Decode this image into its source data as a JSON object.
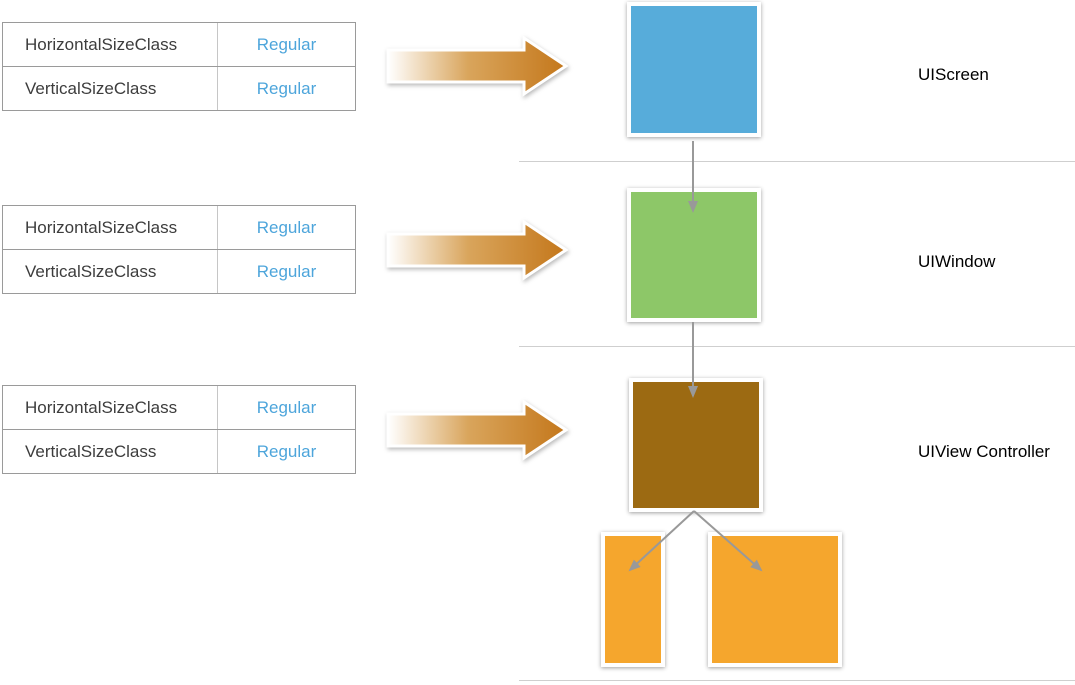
{
  "diagram": {
    "tables": [
      {
        "rows": [
          {
            "label": "HorizontalSizeClass",
            "value": "Regular"
          },
          {
            "label": "VerticalSizeClass",
            "value": "Regular"
          }
        ]
      },
      {
        "rows": [
          {
            "label": "HorizontalSizeClass",
            "value": "Regular"
          },
          {
            "label": "VerticalSizeClass",
            "value": "Regular"
          }
        ]
      },
      {
        "rows": [
          {
            "label": "HorizontalSizeClass",
            "value": "Regular"
          },
          {
            "label": "VerticalSizeClass",
            "value": "Regular"
          }
        ]
      }
    ],
    "nodes": [
      {
        "label": "UIScreen",
        "color": "#57ACDA"
      },
      {
        "label": "UIWindow",
        "color": "#8DC768"
      },
      {
        "label": "UIView Controller",
        "color": "#9C6A12"
      }
    ],
    "child_views": [
      {
        "color": "#F5A62D"
      },
      {
        "color": "#F5A62D"
      }
    ],
    "colors": {
      "regular_value": "#4DA5DB",
      "table_text": "#3D3D3D",
      "table_border": "#9A9A9A",
      "connector": "#999999",
      "separator": "#CFCFCF",
      "arrow_gradient_start": "#FFFFFF",
      "arrow_gradient_mid": "#D9A55C",
      "arrow_gradient_end": "#C4771B"
    }
  }
}
